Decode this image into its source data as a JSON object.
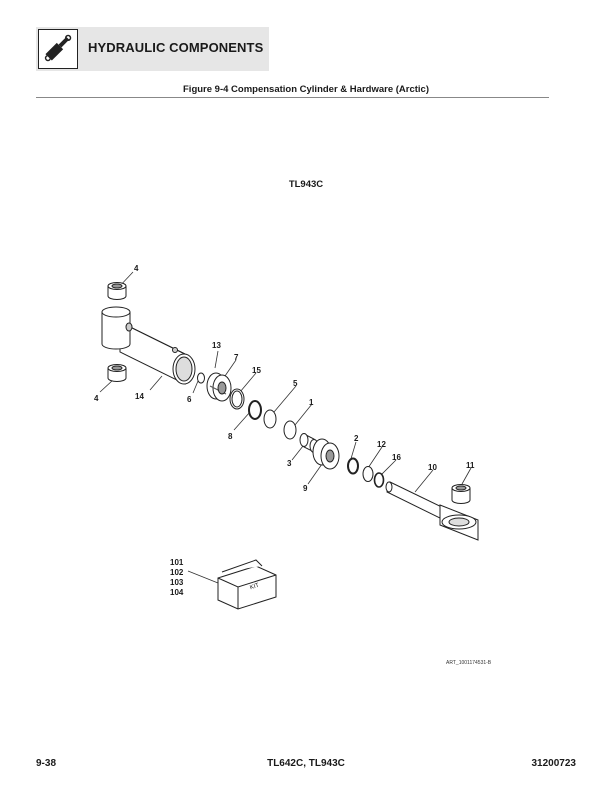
{
  "header": {
    "title": "HYDRAULIC COMPONENTS",
    "icon": "hydraulic-cylinder-icon"
  },
  "figure": {
    "title": "Figure 9-4 Compensation Cylinder & Hardware (Arctic)",
    "model_label": "TL943C",
    "art_id": "ART_1001174531-B",
    "callouts": [
      "4",
      "4",
      "14",
      "13",
      "7",
      "6",
      "15",
      "8",
      "5",
      "1",
      "3",
      "9",
      "2",
      "12",
      "16",
      "10",
      "11"
    ],
    "kit_items": [
      "101",
      "102",
      "103",
      "104"
    ],
    "kit_box_label": "KIT"
  },
  "footer": {
    "page_number": "9-38",
    "models": "TL642C, TL943C",
    "doc_number": "31200723"
  }
}
